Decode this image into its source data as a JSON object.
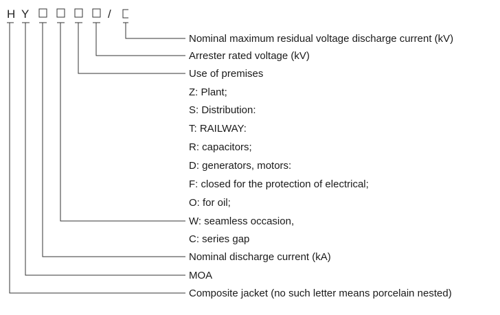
{
  "code": {
    "letters": [
      "H",
      "Y"
    ],
    "separator": "/"
  },
  "labels": {
    "residual_voltage": "Nominal maximum residual voltage discharge current (kV)",
    "rated_voltage": "Arrester rated voltage (kV)",
    "use_of_premises": "Use of premises",
    "premise_z": "Z: Plant;",
    "premise_s": "S: Distribution:",
    "premise_t": "T: RAILWAY:",
    "premise_r": "R: capacitors;",
    "premise_d": "D: generators, motors:",
    "premise_f": "F: closed for the protection of electrical;",
    "premise_o": "O: for oil;",
    "premise_w": "W: seamless occasion,",
    "premise_c": "C: series gap",
    "discharge_current": "Nominal discharge current (kA)",
    "moa": "MOA",
    "composite_jacket": "Composite jacket (no such letter means porcelain nested)"
  }
}
